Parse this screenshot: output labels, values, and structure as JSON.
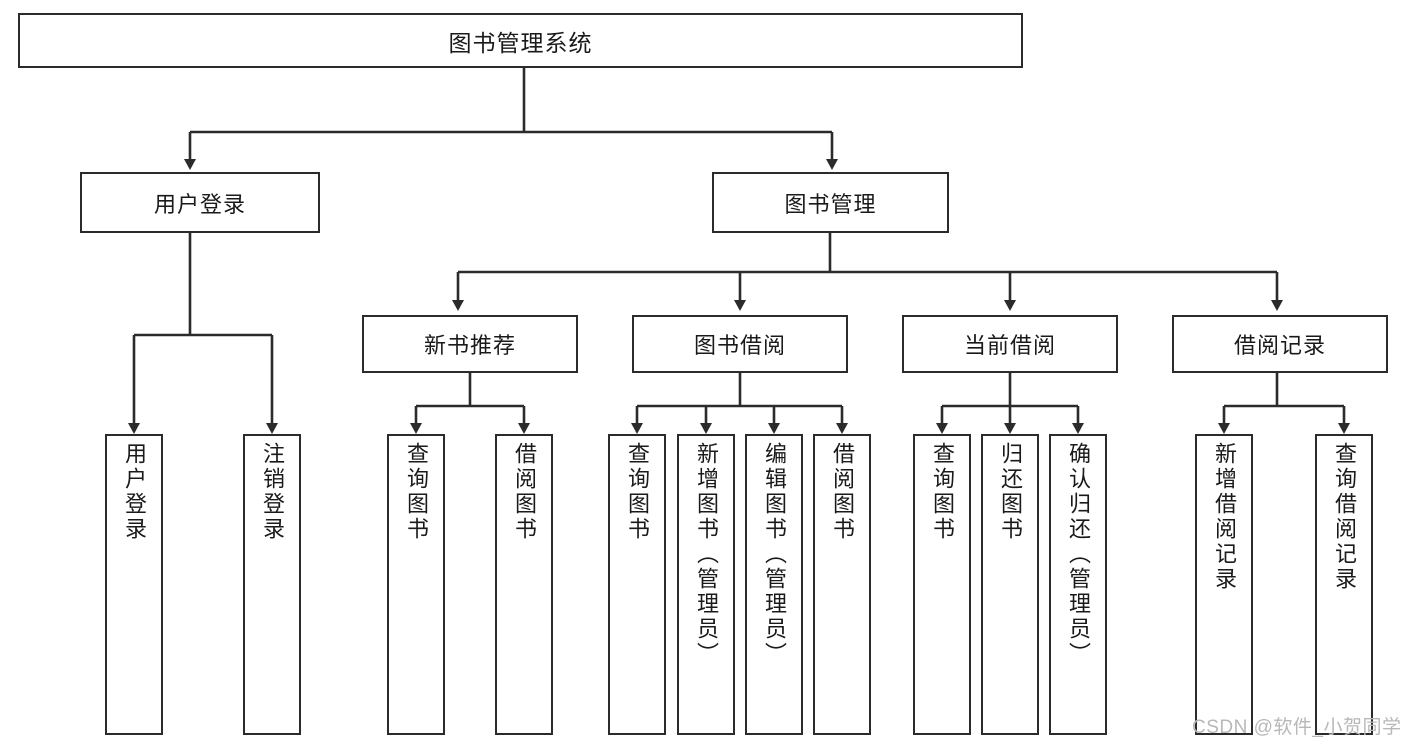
{
  "diagram": {
    "type": "tree-hierarchy",
    "title": "图书管理系统",
    "root": {
      "label": "图书管理系统"
    },
    "level2": [
      {
        "id": "user-login",
        "label": "用户登录"
      },
      {
        "id": "book-manage",
        "label": "图书管理"
      }
    ],
    "level3": [
      {
        "id": "new-book-recommend",
        "label": "新书推荐",
        "parent": "book-manage"
      },
      {
        "id": "book-borrow",
        "label": "图书借阅",
        "parent": "book-manage"
      },
      {
        "id": "current-borrow",
        "label": "当前借阅",
        "parent": "book-manage"
      },
      {
        "id": "borrow-record",
        "label": "借阅记录",
        "parent": "book-manage"
      }
    ],
    "leaves": [
      {
        "id": "leaf-user-login",
        "label": "用户登录",
        "parent": "user-login"
      },
      {
        "id": "leaf-logout-login",
        "label": "注销登录",
        "parent": "user-login"
      },
      {
        "id": "leaf-query-book-1",
        "label": "查询图书",
        "parent": "new-book-recommend"
      },
      {
        "id": "leaf-borrow-book-1",
        "label": "借阅图书",
        "parent": "new-book-recommend"
      },
      {
        "id": "leaf-query-book-2",
        "label": "查询图书",
        "parent": "book-borrow"
      },
      {
        "id": "leaf-add-book",
        "label": "新增图书（管理员）",
        "parent": "book-borrow"
      },
      {
        "id": "leaf-edit-book",
        "label": "编辑图书（管理员）",
        "parent": "book-borrow"
      },
      {
        "id": "leaf-borrow-book-2",
        "label": "借阅图书",
        "parent": "book-borrow"
      },
      {
        "id": "leaf-query-book-3",
        "label": "查询图书",
        "parent": "current-borrow"
      },
      {
        "id": "leaf-return-book",
        "label": "归还图书",
        "parent": "current-borrow"
      },
      {
        "id": "leaf-confirm-return",
        "label": "确认归还（管理员）",
        "parent": "current-borrow"
      },
      {
        "id": "leaf-add-record",
        "label": "新增借阅记录",
        "parent": "borrow-record"
      },
      {
        "id": "leaf-query-record",
        "label": "查询借阅记录",
        "parent": "borrow-record"
      }
    ],
    "colors": {
      "stroke": "#2b2b2b",
      "fill": "#ffffff",
      "text": "#1a1a1a",
      "watermark": "#b8b8b8"
    }
  },
  "watermark": {
    "text": "CSDN @软件_小贺同学"
  }
}
